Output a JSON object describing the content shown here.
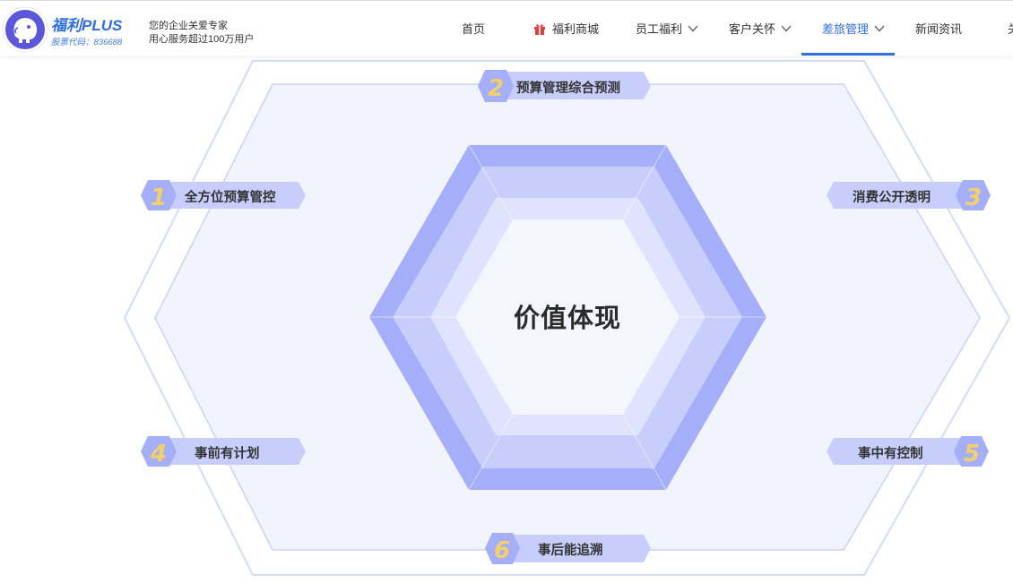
{
  "header": {
    "brand_name": "福利PLUS",
    "stock_code": "股票代码：836688",
    "slogan_line1": "您的企业关爱专家",
    "slogan_line2": "用心服务超过100万用户",
    "nav": [
      {
        "label": "首页",
        "has_dropdown": false,
        "active": false
      },
      {
        "label": "福利商城",
        "has_dropdown": false,
        "active": false,
        "icon": "gift-icon"
      },
      {
        "label": "员工福利",
        "has_dropdown": true,
        "active": false
      },
      {
        "label": "客户关怀",
        "has_dropdown": true,
        "active": false
      },
      {
        "label": "差旅管理",
        "has_dropdown": true,
        "active": true
      },
      {
        "label": "新闻资讯",
        "has_dropdown": false,
        "active": false
      },
      {
        "label": "关",
        "has_dropdown": false,
        "active": false
      }
    ]
  },
  "diagram": {
    "center_title": "价值体现",
    "items": [
      {
        "num": "1",
        "label": "全方位预算管控"
      },
      {
        "num": "2",
        "label": "预算管理综合预测"
      },
      {
        "num": "3",
        "label": "消费公开透明"
      },
      {
        "num": "4",
        "label": "事前有计划"
      },
      {
        "num": "5",
        "label": "事中有控制"
      },
      {
        "num": "6",
        "label": "事后能追溯"
      }
    ]
  },
  "colors": {
    "accent": "#2f6fe0",
    "hex_fill": "#f1f4fd",
    "hex_stroke": "#c9d2f6",
    "inner_dark": "#9eaaf8",
    "inner_mid": "#c6cdfa",
    "inner_light": "#dfe3fc",
    "number_yellow": "#f3d06c"
  }
}
